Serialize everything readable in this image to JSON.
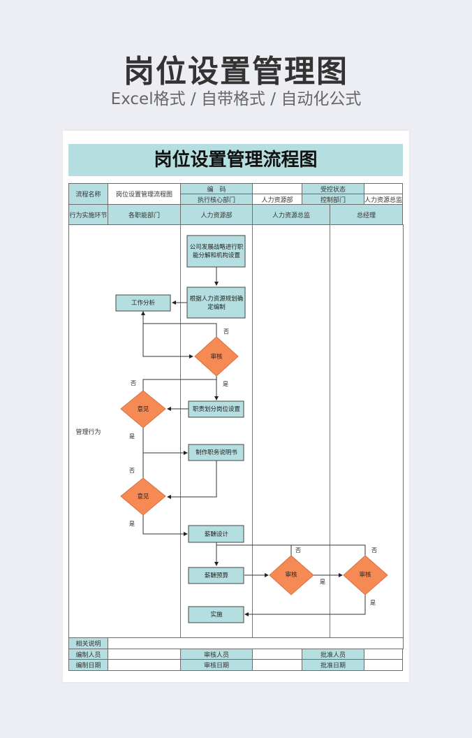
{
  "hero": {
    "title": "岗位设置管理图",
    "subtitle": "Excel格式 / 自带格式 / 自动化公式"
  },
  "document": {
    "title": "岗位设置管理流程图",
    "header": {
      "process_name_label": "流程名称",
      "process_name_value": "岗位设置管理流程图",
      "code_label": "编　码",
      "code_value": "",
      "control_status_label": "受控状态",
      "control_status_value": "",
      "exec_dept_label": "执行核心部门",
      "exec_dept_value": "人力资源部",
      "control_dept_label": "控制部门",
      "control_dept_value": "人力资源总监"
    },
    "lanes_header": {
      "row_label": "行为实施环节",
      "lanes": [
        "各职能部门",
        "人力资源部",
        "人力资源总监",
        "总经理"
      ]
    },
    "behavior_label": "管理行为",
    "flow": {
      "boxes": {
        "b1": [
          "公司发展战略进行职",
          "能分解和机构设置"
        ],
        "b2": [
          "根据人力资源规划确",
          "定编制"
        ],
        "b3": [
          "工作分析"
        ],
        "b4": [
          "职责划分岗位设置"
        ],
        "b5": [
          "制作职务说明书"
        ],
        "b6": [
          "薪酬设计"
        ],
        "b7": [
          "薪酬预算"
        ],
        "b8": [
          "实施"
        ]
      },
      "decisions": {
        "d1": "审核",
        "d2": "意见",
        "d3": "意见",
        "d4": "审核",
        "d5": "审核"
      },
      "labels": {
        "yes": "是",
        "no": "否"
      }
    },
    "footer": {
      "notes_label": "相关说明",
      "notes_value": "",
      "prepared_by_label": "编制人员",
      "reviewed_by_label": "审核人员",
      "approved_by_label": "批准人员",
      "prepared_date_label": "编制日期",
      "reviewed_date_label": "审核日期",
      "approved_date_label": "批准日期"
    },
    "colors": {
      "teal": "#b4dedf",
      "diamond": "#f58a55",
      "line": "#333333"
    }
  }
}
